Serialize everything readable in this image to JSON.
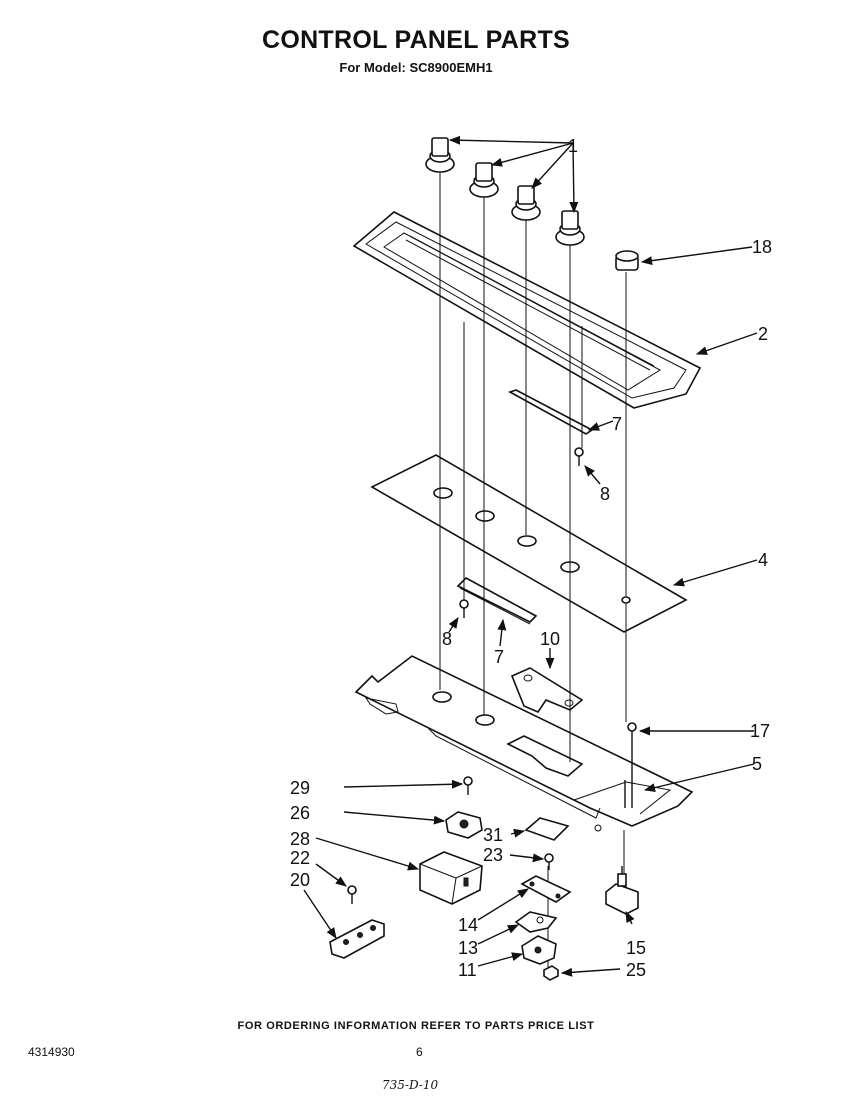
{
  "header": {
    "title": "CONTROL PANEL PARTS",
    "subtitle": "For Model: SC8900EMH1"
  },
  "footer": {
    "note": "FOR ORDERING INFORMATION REFER TO PARTS PRICE LIST",
    "doc_number": "4314930",
    "page_number": "6",
    "handwritten_code": "735-D-10"
  },
  "callouts": {
    "c1": "1",
    "c18": "18",
    "c2": "2",
    "c7a": "7",
    "c8a": "8",
    "c4": "4",
    "c8b": "8",
    "c7b": "7",
    "c10": "10",
    "c17": "17",
    "c5": "5",
    "c29": "29",
    "c26": "26",
    "c31": "31",
    "c28": "28",
    "c23": "23",
    "c22": "22",
    "c20": "20",
    "c14": "14",
    "c13": "13",
    "c15": "15",
    "c11": "11",
    "c25": "25"
  }
}
